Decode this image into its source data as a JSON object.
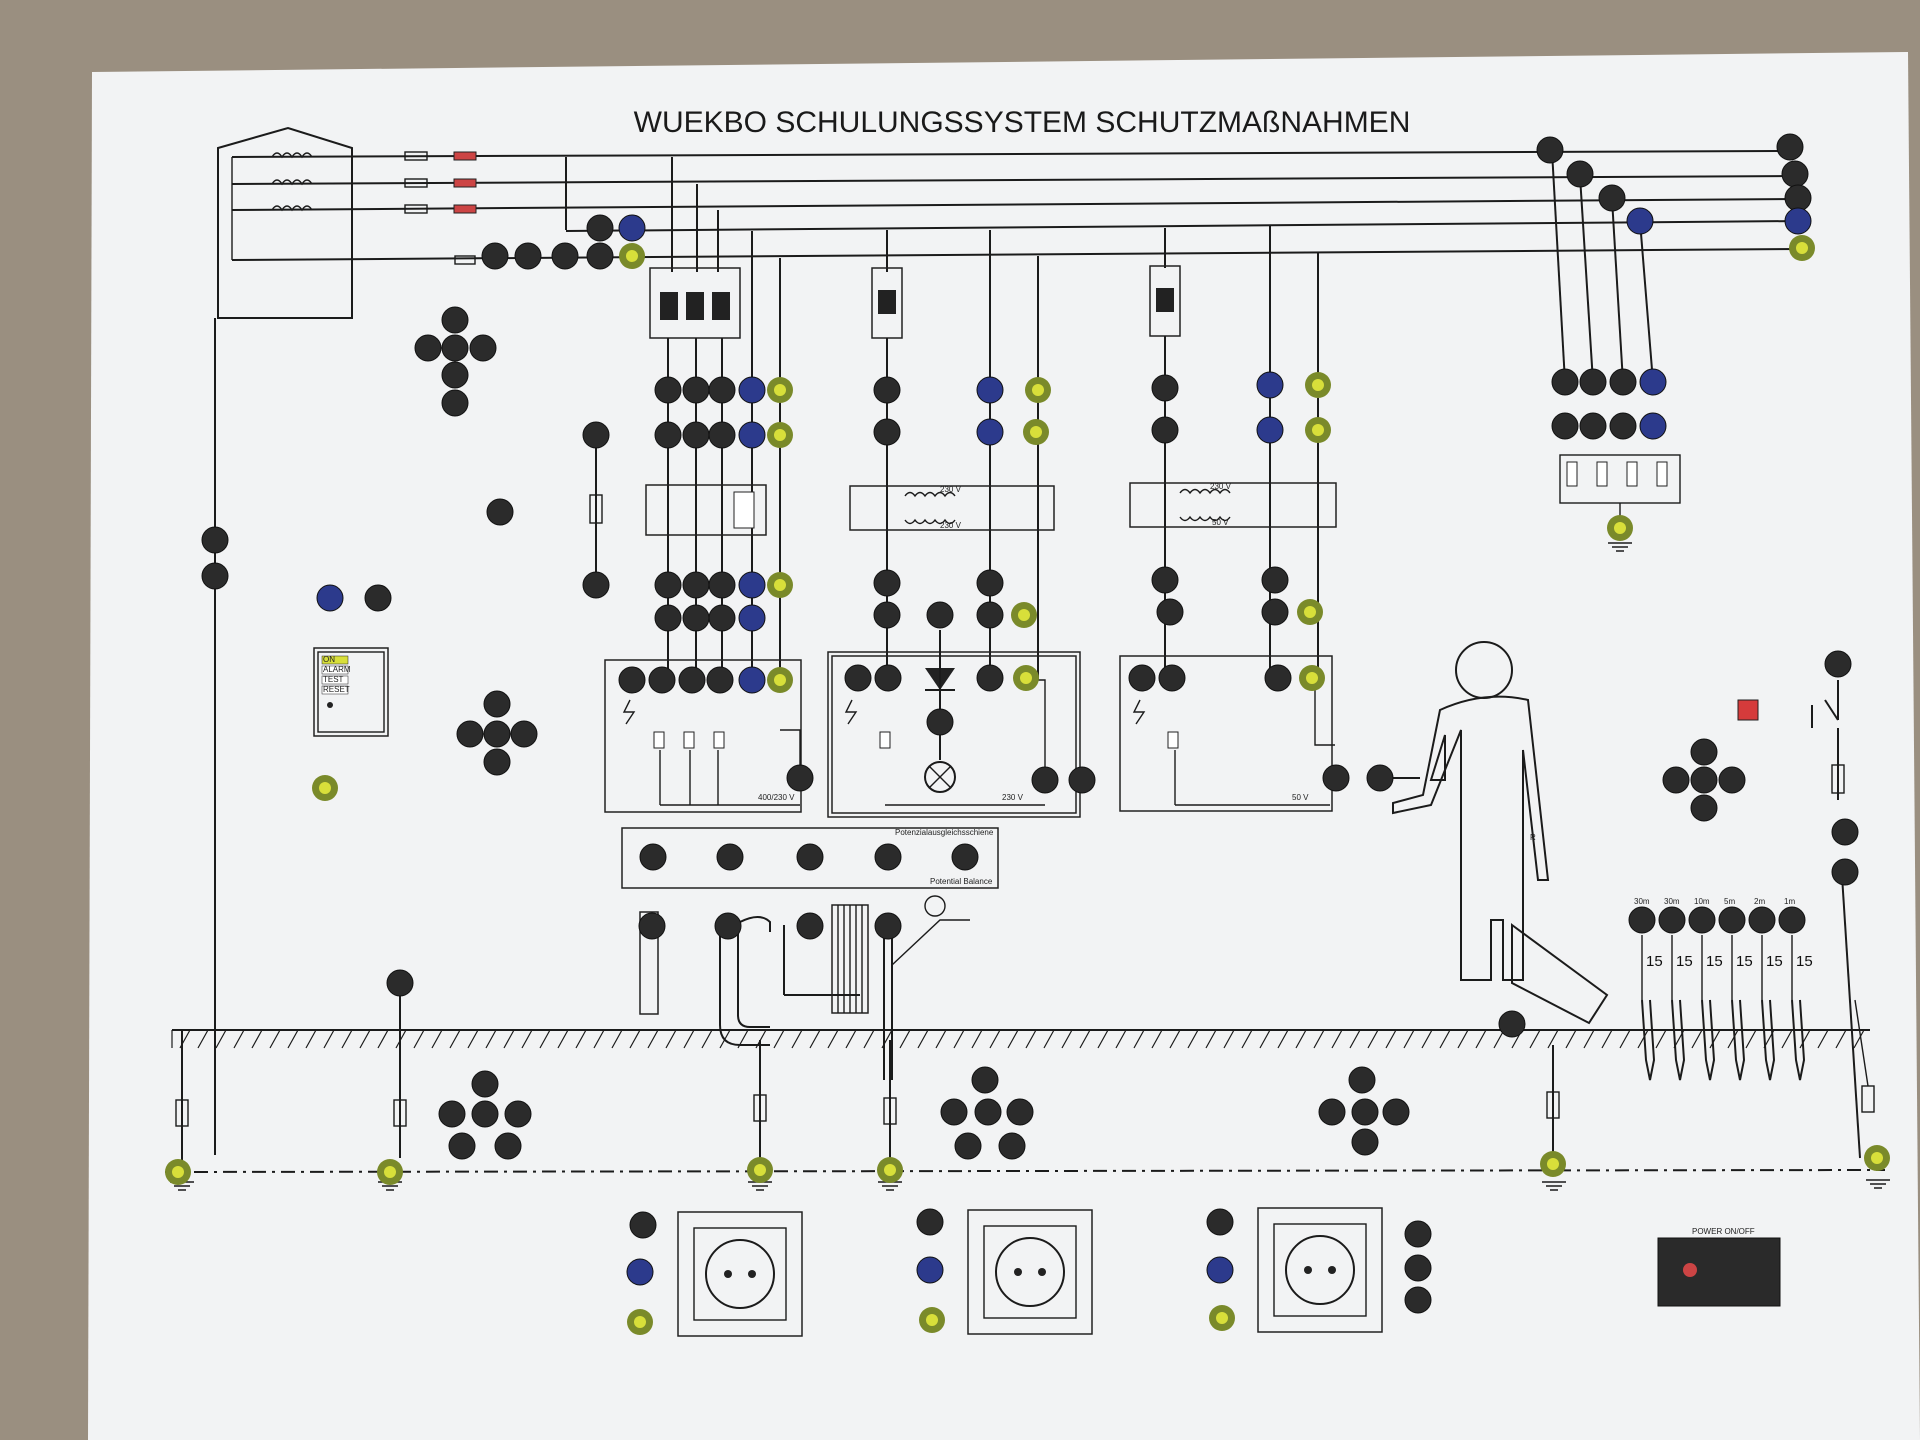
{
  "title": "WUEKBO SCHULUNGSSYSTEM SCHUTZMAßNAHMEN",
  "labels": {
    "v400_230": "400/230 V",
    "v230": "230 V",
    "v50": "50 V",
    "tr1_top": "230 V",
    "tr1_bot": "230 V",
    "tr2_top": "230 V",
    "tr2_bot": "50 V",
    "pa_de": "Potenzialausgleichsschiene",
    "pa_en": "Potential Balance",
    "power": "POWER ON/OFF",
    "rcd_on": "ON",
    "rcd_alarm": "ALARM",
    "rcd_test": "TEST",
    "rcd_reset": "RESET"
  },
  "probes": {
    "dist": [
      "30m",
      "30m",
      "10m",
      "5m",
      "2m",
      "1m"
    ],
    "num": [
      "15",
      "15",
      "15",
      "15",
      "15",
      "15"
    ]
  },
  "colors": {
    "background": "#9a8f80",
    "panel": "#f2f3f4",
    "jack_black": "#2b2b2b",
    "jack_blue": "#2c3a8c",
    "jack_pe_ring": "#7a8a2a",
    "jack_pe_core": "#d8df3a",
    "lamp_red": "#d53b3b"
  },
  "icons": [
    "earth-ground-icon",
    "lightning-fault-icon",
    "diode-icon",
    "lamp-icon",
    "socket-icon",
    "transformer-icon",
    "person-figure-icon"
  ]
}
